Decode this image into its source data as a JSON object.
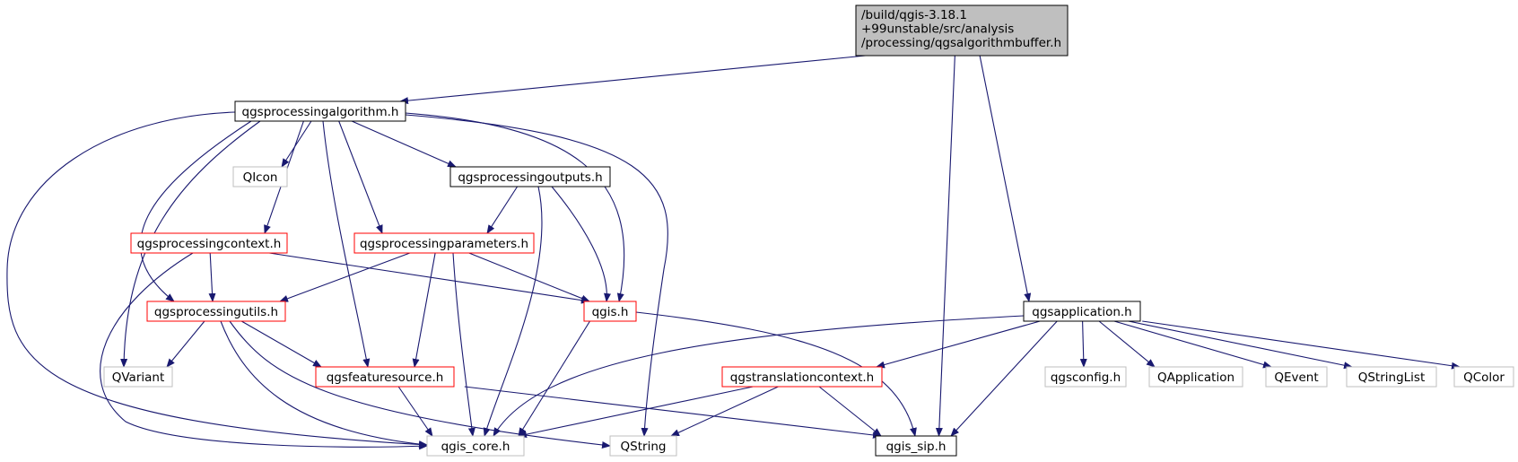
{
  "diagram": {
    "type": "include-dependency-graph",
    "colors": {
      "edge": "#191970",
      "root_fill": "#bfbfbf",
      "node_border_black": "#000000",
      "node_border_red": "#ff0000",
      "node_border_gray": "#bfbfbf",
      "text": "#000000"
    },
    "nodes": [
      {
        "id": "root",
        "lines": [
          "/build/qgis-3.18.1",
          "+99unstable/src/analysis",
          "/processing/qgsalgorithmbuffer.h"
        ],
        "style": "root"
      },
      {
        "id": "alg",
        "lines": [
          "qgsprocessingalgorithm.h"
        ],
        "style": "black"
      },
      {
        "id": "qicon",
        "lines": [
          "QIcon"
        ],
        "style": "gray"
      },
      {
        "id": "outputs",
        "lines": [
          "qgsprocessingoutputs.h"
        ],
        "style": "black"
      },
      {
        "id": "context",
        "lines": [
          "qgsprocessingcontext.h"
        ],
        "style": "red"
      },
      {
        "id": "params",
        "lines": [
          "qgsprocessingparameters.h"
        ],
        "style": "red"
      },
      {
        "id": "utils",
        "lines": [
          "qgsprocessingutils.h"
        ],
        "style": "red"
      },
      {
        "id": "qgis",
        "lines": [
          "qgis.h"
        ],
        "style": "red"
      },
      {
        "id": "qvariant",
        "lines": [
          "QVariant"
        ],
        "style": "gray"
      },
      {
        "id": "feature",
        "lines": [
          "qgsfeaturesource.h"
        ],
        "style": "red"
      },
      {
        "id": "core",
        "lines": [
          "qgis_core.h"
        ],
        "style": "gray"
      },
      {
        "id": "qstring",
        "lines": [
          "QString"
        ],
        "style": "gray"
      },
      {
        "id": "sip",
        "lines": [
          "qgis_sip.h"
        ],
        "style": "black"
      },
      {
        "id": "app",
        "lines": [
          "qgsapplication.h"
        ],
        "style": "black"
      },
      {
        "id": "trans",
        "lines": [
          "qgstranslationcontext.h"
        ],
        "style": "red"
      },
      {
        "id": "config",
        "lines": [
          "qgsconfig.h"
        ],
        "style": "gray"
      },
      {
        "id": "qapp",
        "lines": [
          "QApplication"
        ],
        "style": "gray"
      },
      {
        "id": "qevent",
        "lines": [
          "QEvent"
        ],
        "style": "gray"
      },
      {
        "id": "qsl",
        "lines": [
          "QStringList"
        ],
        "style": "gray"
      },
      {
        "id": "qcolor",
        "lines": [
          "QColor"
        ],
        "style": "gray"
      }
    ],
    "edges": [
      [
        "root",
        "alg"
      ],
      [
        "root",
        "sip"
      ],
      [
        "root",
        "app"
      ],
      [
        "alg",
        "qicon"
      ],
      [
        "alg",
        "outputs"
      ],
      [
        "alg",
        "context"
      ],
      [
        "alg",
        "params"
      ],
      [
        "alg",
        "utils"
      ],
      [
        "alg",
        "qgis"
      ],
      [
        "alg",
        "qvariant"
      ],
      [
        "alg",
        "feature"
      ],
      [
        "alg",
        "core"
      ],
      [
        "alg",
        "qstring"
      ],
      [
        "outputs",
        "params"
      ],
      [
        "outputs",
        "qgis"
      ],
      [
        "outputs",
        "core"
      ],
      [
        "context",
        "utils"
      ],
      [
        "context",
        "qgis"
      ],
      [
        "context",
        "core"
      ],
      [
        "params",
        "utils"
      ],
      [
        "params",
        "qgis"
      ],
      [
        "params",
        "feature"
      ],
      [
        "params",
        "core"
      ],
      [
        "utils",
        "qvariant"
      ],
      [
        "utils",
        "feature"
      ],
      [
        "utils",
        "core"
      ],
      [
        "utils",
        "qstring"
      ],
      [
        "qgis",
        "core"
      ],
      [
        "qgis",
        "sip"
      ],
      [
        "feature",
        "core"
      ],
      [
        "feature",
        "sip"
      ],
      [
        "app",
        "core"
      ],
      [
        "app",
        "sip"
      ],
      [
        "app",
        "trans"
      ],
      [
        "app",
        "config"
      ],
      [
        "app",
        "qapp"
      ],
      [
        "app",
        "qevent"
      ],
      [
        "app",
        "qsl"
      ],
      [
        "app",
        "qcolor"
      ],
      [
        "trans",
        "core"
      ],
      [
        "trans",
        "sip"
      ],
      [
        "trans",
        "qstring"
      ]
    ]
  }
}
